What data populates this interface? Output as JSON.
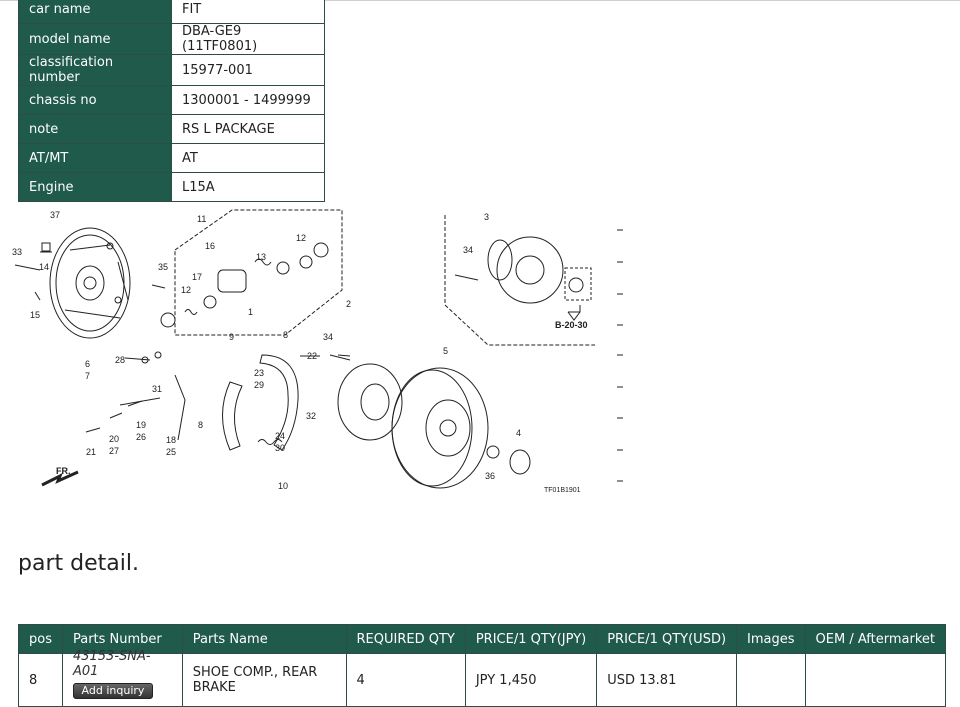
{
  "spec": [
    {
      "key": "car name",
      "value": "FIT"
    },
    {
      "key": "model name",
      "value": "DBA-GE9 (11TF0801)"
    },
    {
      "key": "classification number",
      "value": "15977-001"
    },
    {
      "key": "chassis no",
      "value": "1300001 - 1499999"
    },
    {
      "key": "note",
      "value": "RS L PACKAGE"
    },
    {
      "key": "AT/MT",
      "value": "AT"
    },
    {
      "key": "Engine",
      "value": "L15A"
    }
  ],
  "diagram": {
    "callouts": [
      "37",
      "14",
      "33",
      "15",
      "6",
      "7",
      "11",
      "16",
      "17",
      "35",
      "13",
      "12",
      "12",
      "1",
      "9",
      "8",
      "28",
      "31",
      "19",
      "26",
      "21",
      "20",
      "27",
      "18",
      "25",
      "8",
      "23",
      "29",
      "22",
      "24",
      "30",
      "32",
      "10",
      "2",
      "34",
      "5",
      "3",
      "34",
      "B-20-30",
      "36",
      "4",
      "FR."
    ],
    "figure_code": "TF01B1901"
  },
  "part_detail": {
    "title": "part detail.",
    "headers": [
      "pos",
      "Parts Number",
      "Parts Name",
      "REQUIRED QTY",
      "PRICE/1 QTY(JPY)",
      "PRICE/1 QTY(USD)",
      "Images",
      "OEM / Aftermarket"
    ],
    "rows": [
      {
        "pos": "8",
        "parts_number": "43153-SNA-A01",
        "button": "Add inquiry",
        "parts_name": "SHOE COMP., REAR BRAKE",
        "qty": "4",
        "price_jpy": "JPY 1,450",
        "price_usd": "USD 13.81",
        "images": "",
        "oem": ""
      }
    ]
  }
}
